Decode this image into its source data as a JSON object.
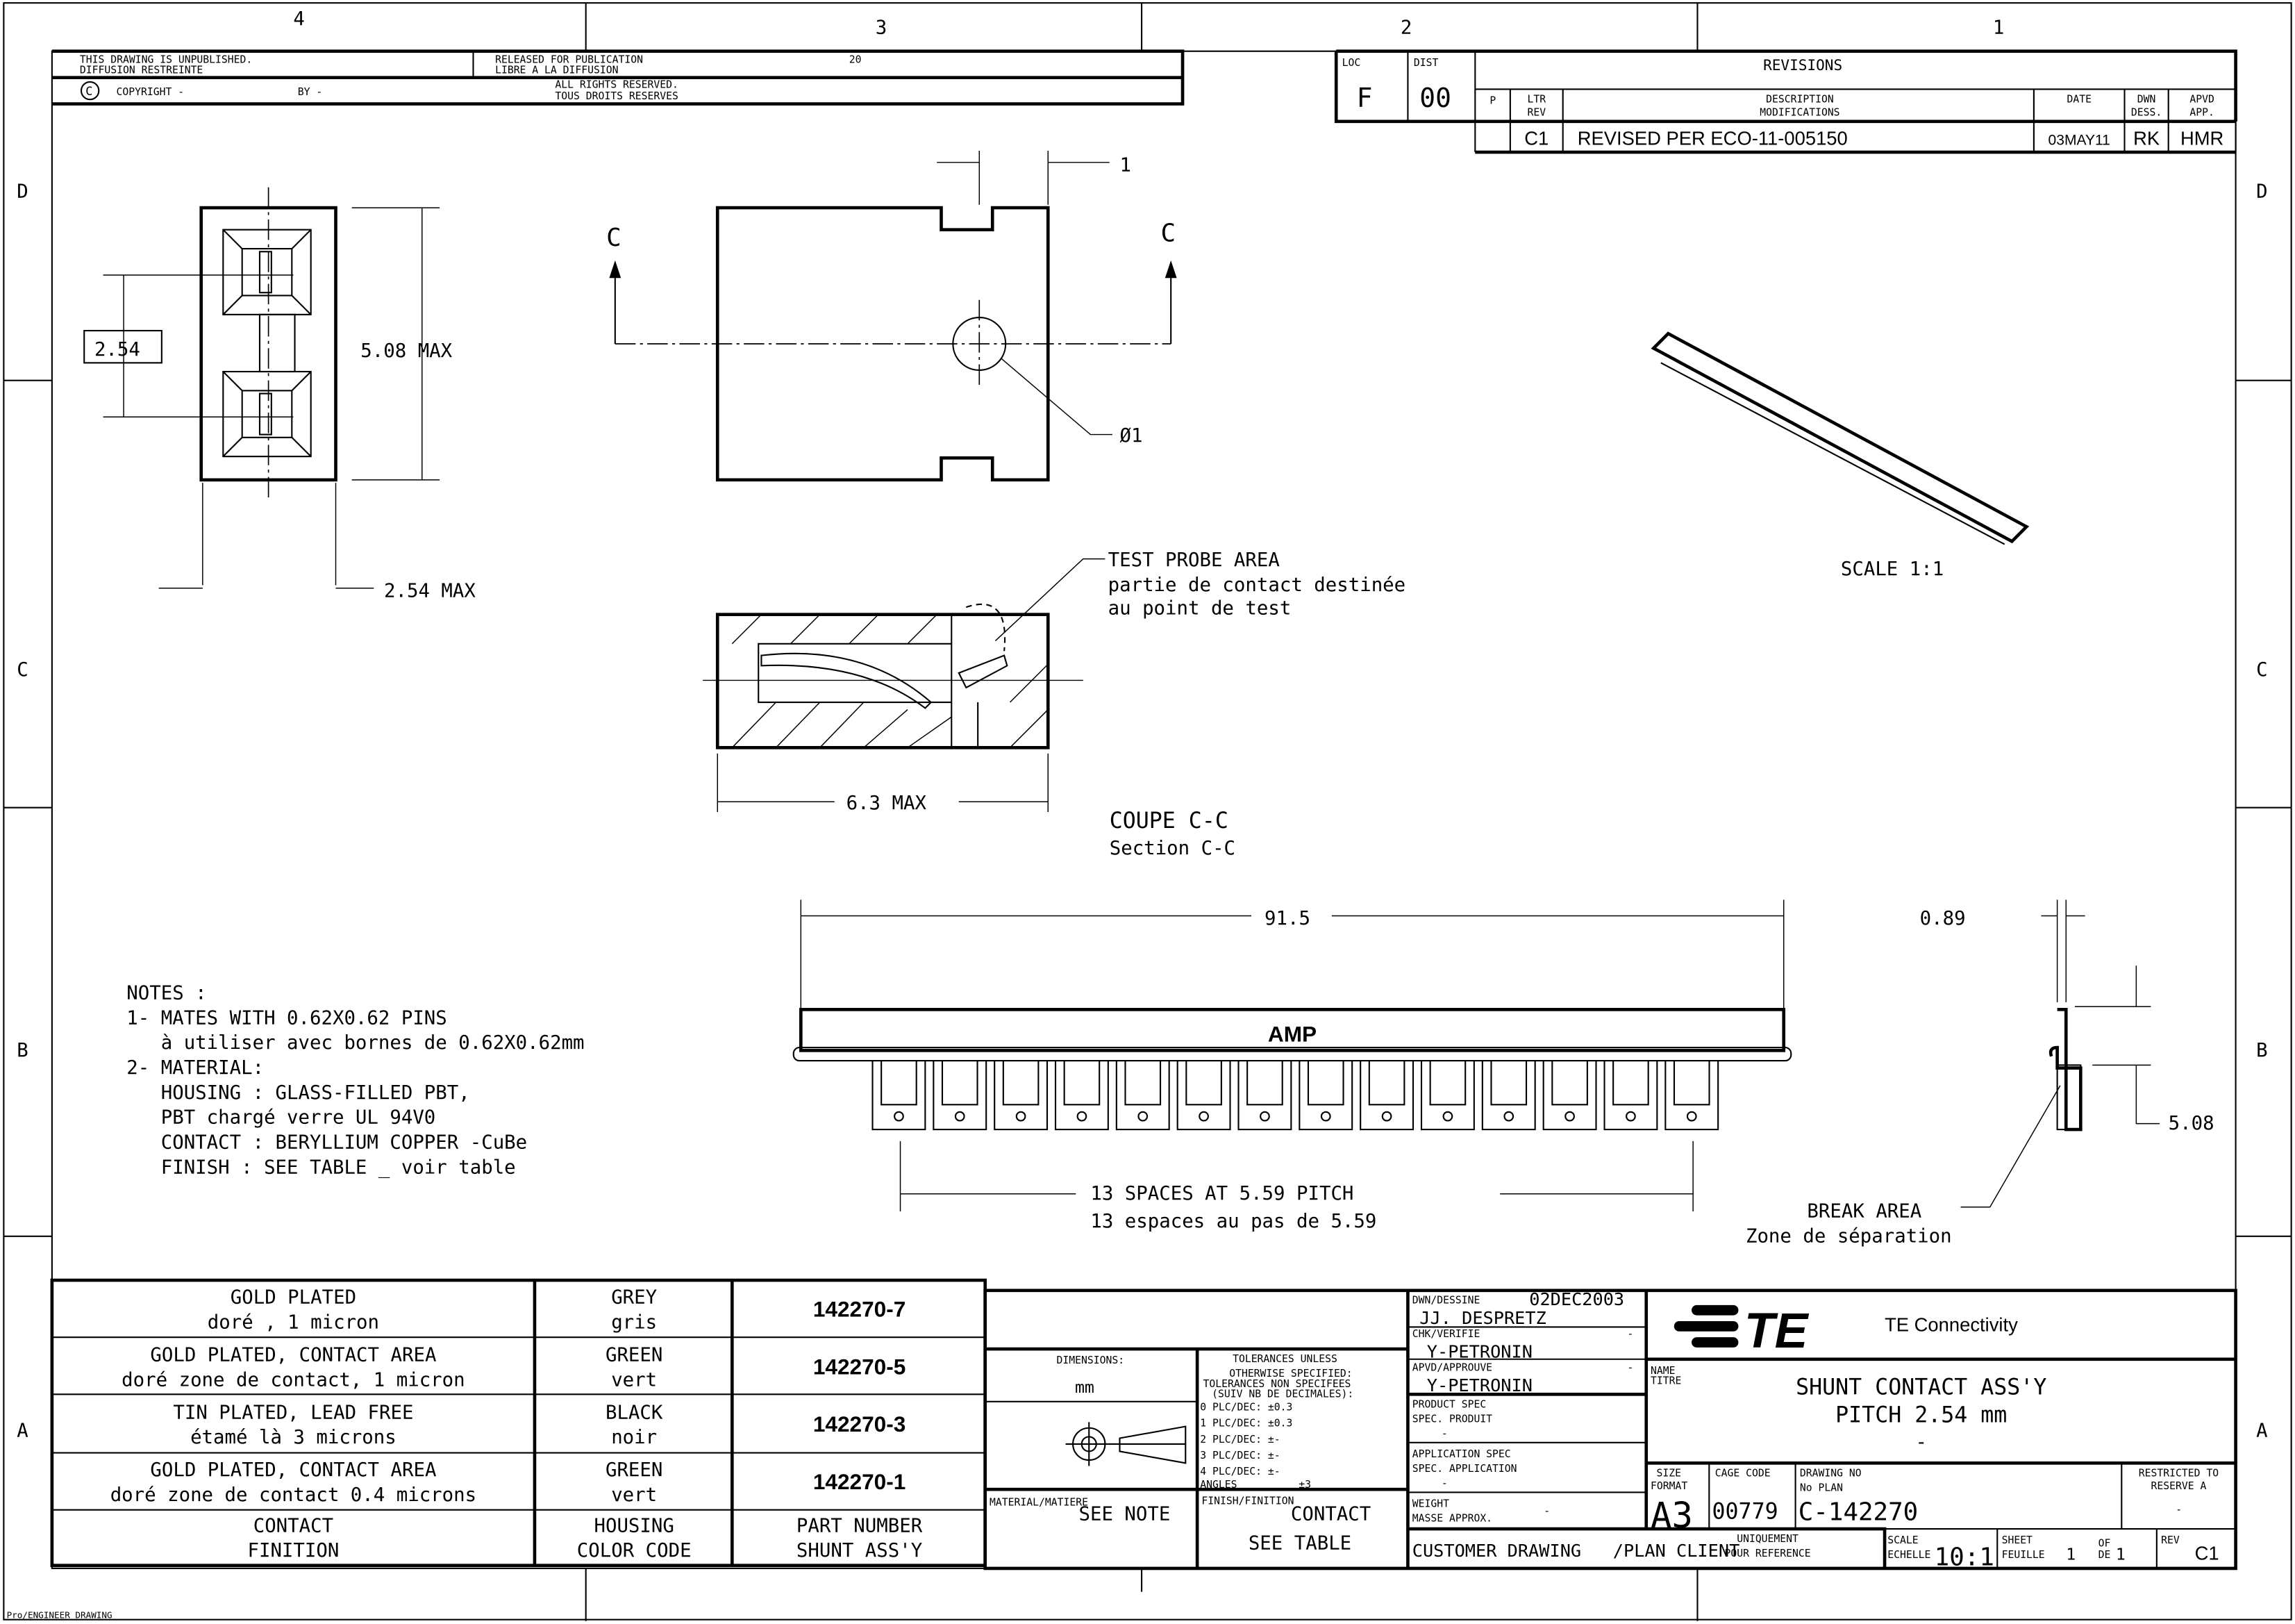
{
  "zones": {
    "cols": [
      "4",
      "3",
      "2",
      "1"
    ],
    "rows": [
      "D",
      "C",
      "B",
      "A"
    ]
  },
  "header": {
    "unpublished": "THIS DRAWING IS UNPUBLISHED.",
    "diffusion": "DIFFUSION RESTREINTE",
    "released": "RELEASED FOR PUBLICATION",
    "libre": "LIBRE A LA DIFFUSION",
    "year": "20",
    "copyright": "COPYRIGHT -",
    "by": "BY -",
    "rights": "ALL RIGHTS RESERVED.",
    "droits": "TOUS DROITS RESERVES"
  },
  "loc": {
    "label": "LOC",
    "value": "F"
  },
  "dist": {
    "label": "DIST",
    "value": "00"
  },
  "revisions": {
    "title": "REVISIONS",
    "headers": {
      "p": "P",
      "ltr": "LTR",
      "rev": "REV",
      "desc": "DESCRIPTION",
      "modif": "MODIFICATIONS",
      "date": "DATE",
      "dwn": "DWN",
      "dess": "DESS.",
      "apvd": "APVD",
      "app": "APP."
    },
    "rows": [
      {
        "ltr": "C1",
        "desc": "REVISED PER ECO-11-005150",
        "date": "03MAY11",
        "dwn": "RK",
        "apvd": "HMR"
      }
    ]
  },
  "dims": {
    "pitch": "2.54",
    "height_max": "5.08 MAX",
    "width_max": "2.54 MAX",
    "hole": "Ø1",
    "one": "1",
    "section_mark": "C",
    "depth_max": "6.3 MAX",
    "length": "91.5",
    "thickness": "0.89",
    "pin_len": "5.08",
    "spaces_en": "13 SPACES AT 5.59 PITCH",
    "spaces_fr": "13 espaces au pas de 5.59",
    "break_en": "BREAK AREA",
    "break_fr": "Zone de séparation"
  },
  "probe": {
    "en": "TEST PROBE AREA",
    "fr1": "partie de contact destinée",
    "fr2": "au point de test"
  },
  "section": {
    "coupe": "COUPE C-C",
    "en": "Section C-C"
  },
  "scale_label": "SCALE 1:1",
  "amp": "AMP",
  "notes": [
    "NOTES :",
    "1- MATES WITH 0.62X0.62 PINS",
    "   à utiliser avec bornes de 0.62X0.62mm",
    "2- MATERIAL:",
    "   HOUSING : GLASS-FILLED PBT,",
    "   PBT chargé verre UL 94V0",
    "   CONTACT : BERYLLIUM COPPER -CuBe",
    "   FINISH : SEE TABLE _ voir table"
  ],
  "table": {
    "rows": [
      {
        "f1": "GOLD PLATED",
        "f2": "doré , 1 micron",
        "c1": "GREY",
        "c2": "gris",
        "pn": "142270-7"
      },
      {
        "f1": "GOLD PLATED, CONTACT AREA",
        "f2": "doré zone de contact, 1 micron",
        "c1": "GREEN",
        "c2": "vert",
        "pn": "142270-5"
      },
      {
        "f1": "TIN PLATED, LEAD FREE",
        "f2": "étamé là 3 microns",
        "c1": "BLACK",
        "c2": "noir",
        "pn": "142270-3"
      },
      {
        "f1": "GOLD PLATED, CONTACT AREA",
        "f2": "doré zone de contact 0.4 microns",
        "c1": "GREEN",
        "c2": "vert",
        "pn": "142270-1"
      }
    ],
    "footer": {
      "f1": "CONTACT",
      "f2": "FINITION",
      "c1": "HOUSING",
      "c2": "COLOR CODE",
      "p1": "PART NUMBER",
      "p2": "SHUNT ASS'Y"
    }
  },
  "title_block": {
    "dimensions_label": "DIMENSIONS:",
    "units": "mm",
    "tol": [
      "TOLERANCES UNLESS",
      "OTHERWISE SPECIFIED:",
      "TOLERANCES NON SPECIFEES",
      "(SUIV NB DE DECIMALES):",
      "0 PLC/DEC: ±0.3",
      "1 PLC/DEC: ±0.3",
      "2 PLC/DEC: ±-",
      "3 PLC/DEC: ±-",
      "4 PLC/DEC: ±-",
      "ANGLES          ±3"
    ],
    "material_label": "MATERIAL/MATIERE",
    "material": "SEE NOTE",
    "finish_label": "FINISH/FINITION",
    "finish1": "CONTACT",
    "finish2": "SEE TABLE",
    "dwn_label": "DWN/DESSINE",
    "dwn_date": "02DEC2003",
    "dwn_name": "JJ. DESPRETZ",
    "chk_label": "CHK/VERIFIE",
    "chk_name": "Y-PETRONIN",
    "chk_dash": "-",
    "apvd_label": "APVD/APPROUVE",
    "apvd_name": "Y-PETRONIN",
    "apvd_dash": "-",
    "prod_spec1": "PRODUCT SPEC",
    "prod_spec2": "SPEC. PRODUIT",
    "prod_spec_val": "-",
    "app_spec1": "APPLICATION SPEC",
    "app_spec2": "SPEC. APPLICATION",
    "app_spec_val": "-",
    "weight1": "WEIGHT",
    "weight2": "MASSE APPROX.",
    "weight_val": "-",
    "customer": "CUSTOMER DRAWING   /PLAN CLIENT",
    "uniq1": "UNIQUEMENT",
    "uniq2": "POUR REFERENCE",
    "company": "TE Connectivity",
    "logo": "TE",
    "name_label": "NAME",
    "titre_label": "TITRE",
    "title1": "SHUNT CONTACT ASS'Y",
    "title2": "PITCH 2.54 mm",
    "title3": "-",
    "size_label": "SIZE",
    "format_label": "FORMAT",
    "size": "A3",
    "cage_label": "CAGE CODE",
    "cage": "00779",
    "dwg_label": "DRAWING NO",
    "noplan_label": "No PLAN",
    "dwg_no": "C-142270",
    "restricted1": "RESTRICTED TO",
    "restricted2": "RESERVE A",
    "restricted_val": "-",
    "scale_label": "SCALE",
    "echelle_label": "ECHELLE",
    "scale": "10:1",
    "sheet_label": "SHEET",
    "feuille_label": "FEUILLE",
    "sheet": "1",
    "of_label": "OF",
    "de_label": "DE",
    "of": "1",
    "rev_label": "REV",
    "rev": "C1"
  },
  "footer_note": "Pro/ENGINEER DRAWING"
}
